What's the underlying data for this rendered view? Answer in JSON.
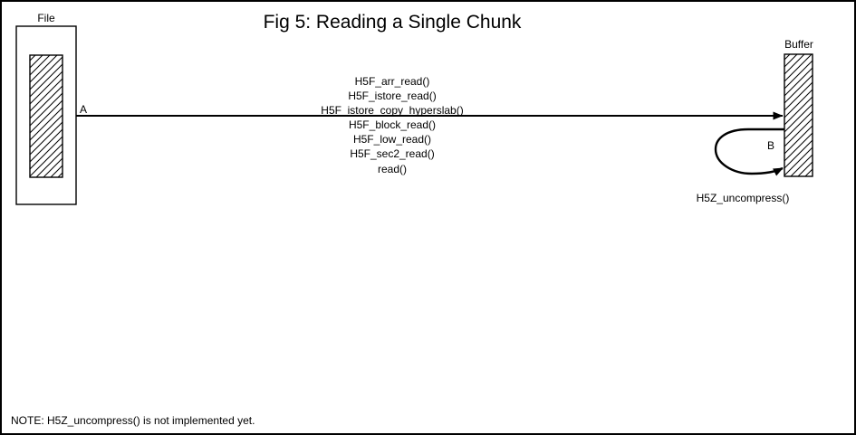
{
  "figure": {
    "title": "Fig 5:  Reading a Single Chunk",
    "note": "NOTE: H5Z_uncompress() is not implemented yet."
  },
  "source_box": {
    "label": "File",
    "fill": "hatched"
  },
  "target_box": {
    "label": "Buffer",
    "fill": "hatched"
  },
  "transfer_arrow": {
    "marker": "A",
    "calls": [
      "H5F_arr_read()",
      "H5F_istore_read()",
      "H5F_istore_copy_hyperslab()",
      "H5F_block_read()",
      "H5F_low_read()",
      "H5F_sec2_read()",
      "read()"
    ]
  },
  "loop_arrow": {
    "marker": "B",
    "label": "H5Z_uncompress()"
  },
  "colors": {
    "ink": "#000000",
    "paper": "#ffffff"
  }
}
